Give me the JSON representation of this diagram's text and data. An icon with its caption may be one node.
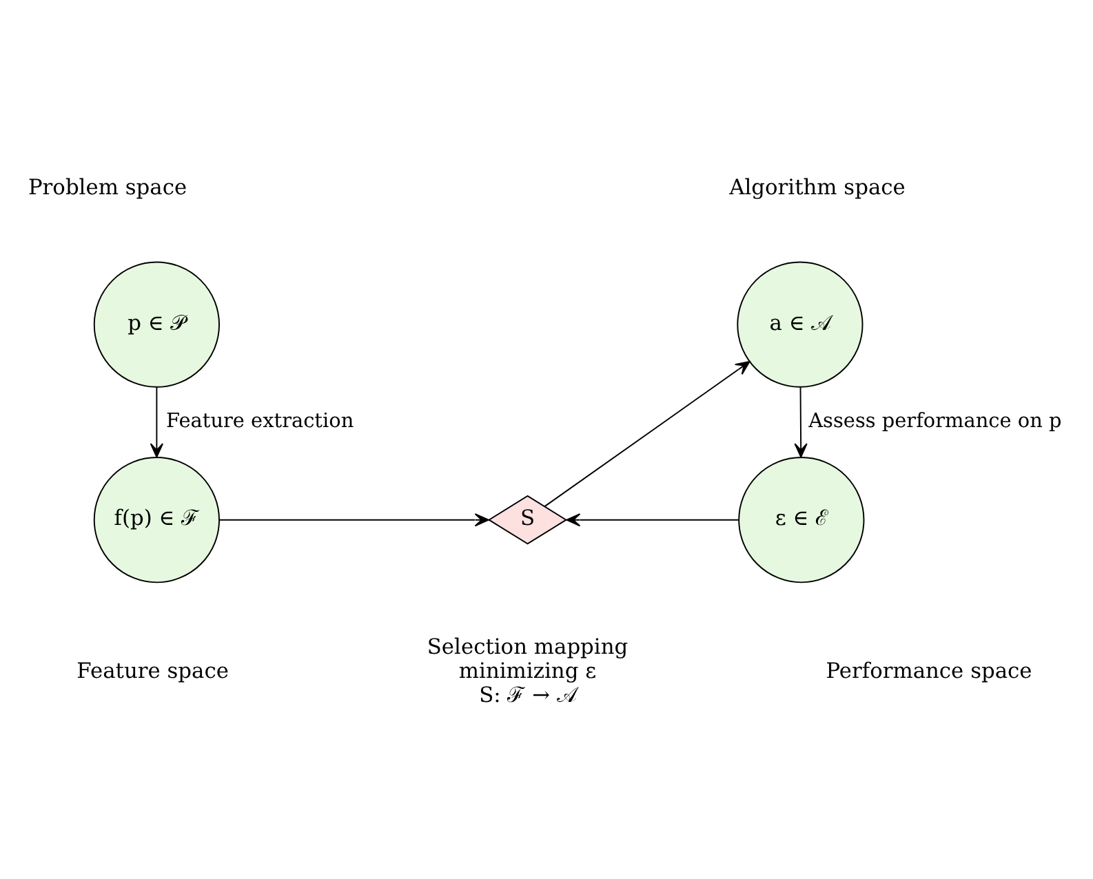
{
  "diagram": {
    "nodes": [
      {
        "text": [
          "p ∈ 𝒫"
        ],
        "beside": [
          "Problem space"
        ]
      },
      {
        "text": [
          "a ∈ 𝒜"
        ],
        "beside": [
          "Algorithm space"
        ]
      },
      {
        "text": [
          "f(p) ∈ ℱ"
        ],
        "beside": [
          "Feature space"
        ]
      },
      {
        "text": [
          "S"
        ],
        "beside": [
          "Selection mapping minimizing ε",
          "S: ℱ → 𝒜"
        ]
      },
      {
        "text": [
          "ε ∈ ℰ"
        ],
        "beside": [
          "Performance space"
        ]
      }
    ],
    "edges": [
      {
        "from": 0,
        "to": 2,
        "arrow": "to",
        "label": "Feature extraction"
      },
      {
        "from": 2,
        "to": 3,
        "arrow": "to"
      },
      {
        "from": 3,
        "to": 1,
        "arrow": "to"
      },
      {
        "from": 1,
        "to": 4,
        "arrow": "to",
        "label": "Assess performance on p"
      },
      {
        "from": 4,
        "to": 3,
        "arrow": "to"
      }
    ]
  }
}
